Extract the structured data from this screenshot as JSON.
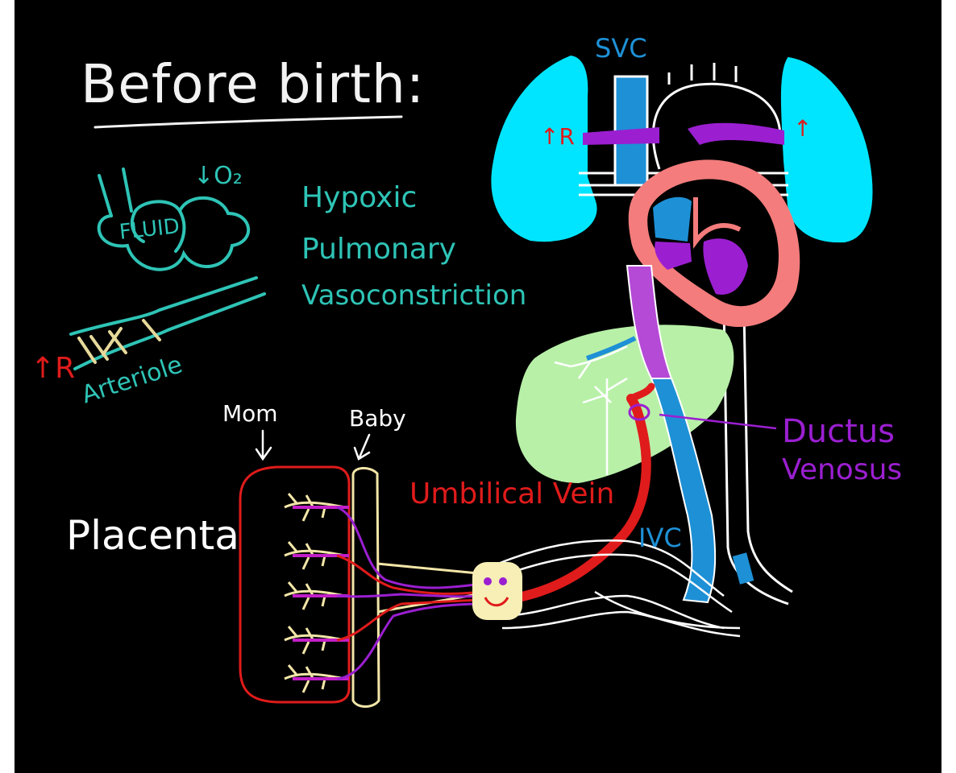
{
  "title": "Before birth:",
  "left_panel": {
    "fluid": "FLUID",
    "o2": "↓O₂",
    "hpv_lines": [
      "Hypoxic",
      "Pulmonary",
      "Vasoconstriction"
    ],
    "resistance": "↑R",
    "arteriole": "Arteriole"
  },
  "heart_panel": {
    "svc": "SVC",
    "ivc": "IVC",
    "left_resistance": "↑R",
    "right_resistance": "↑",
    "ductus_lines": [
      "Ductus",
      "Venosus"
    ]
  },
  "placenta_panel": {
    "mom": "Mom",
    "baby": "Baby",
    "placenta": "Placenta",
    "umbilical_vein": "Umbilical Vein"
  },
  "colors": {
    "background": "#000000",
    "title": "#f2f2f2",
    "teal": "#2ec4b6",
    "cyan_lung": "#00e5ff",
    "purple": "#9b1fd1",
    "red": "#e01b1b",
    "pink_heart": "#f47c7c",
    "liver": "#b8f0a8",
    "blue_vessel": "#1e90d6",
    "cream": "#f3e6a8"
  }
}
